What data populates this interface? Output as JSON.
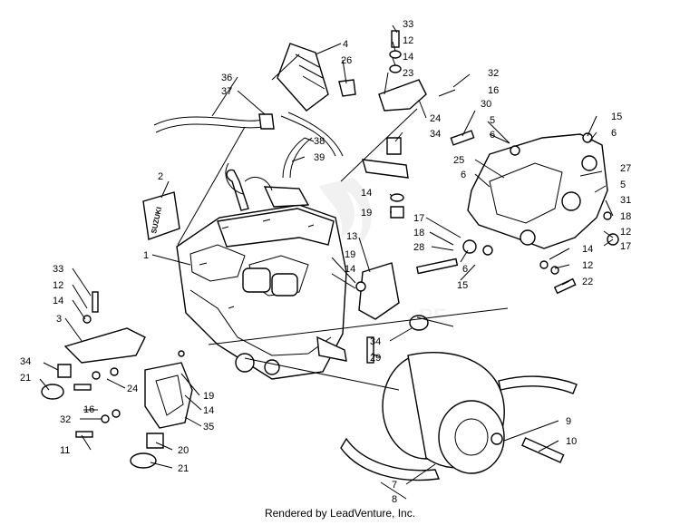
{
  "footer": "Rendered by LeadVenture, Inc.",
  "decal_text": "SUZUKI",
  "callouts": [
    {
      "id": "c33a",
      "label": "33"
    },
    {
      "id": "c12a",
      "label": "12"
    },
    {
      "id": "c14a",
      "label": "14"
    },
    {
      "id": "c23",
      "label": "23"
    },
    {
      "id": "c32a",
      "label": "32"
    },
    {
      "id": "c16a",
      "label": "16"
    },
    {
      "id": "c24a",
      "label": "24"
    },
    {
      "id": "c34a",
      "label": "34"
    },
    {
      "id": "c14b",
      "label": "14"
    },
    {
      "id": "c19a",
      "label": "19"
    },
    {
      "id": "c4",
      "label": "4"
    },
    {
      "id": "c26",
      "label": "26"
    },
    {
      "id": "c36",
      "label": "36"
    },
    {
      "id": "c37",
      "label": "37"
    },
    {
      "id": "c38",
      "label": "38"
    },
    {
      "id": "c39",
      "label": "39"
    },
    {
      "id": "c2",
      "label": "2"
    },
    {
      "id": "c1",
      "label": "1"
    },
    {
      "id": "c30",
      "label": "30"
    },
    {
      "id": "c5a",
      "label": "5"
    },
    {
      "id": "c6a",
      "label": "6"
    },
    {
      "id": "c25",
      "label": "25"
    },
    {
      "id": "c6b",
      "label": "6"
    },
    {
      "id": "c15a",
      "label": "15"
    },
    {
      "id": "c6c",
      "label": "6"
    },
    {
      "id": "c27",
      "label": "27"
    },
    {
      "id": "c5b",
      "label": "5"
    },
    {
      "id": "c31",
      "label": "31"
    },
    {
      "id": "c18a",
      "label": "18"
    },
    {
      "id": "c12b",
      "label": "12"
    },
    {
      "id": "c17a",
      "label": "17"
    },
    {
      "id": "c17b",
      "label": "17"
    },
    {
      "id": "c18b",
      "label": "18"
    },
    {
      "id": "c28",
      "label": "28"
    },
    {
      "id": "c14c",
      "label": "14"
    },
    {
      "id": "c12c",
      "label": "12"
    },
    {
      "id": "c22",
      "label": "22"
    },
    {
      "id": "c6d",
      "label": "6"
    },
    {
      "id": "c15b",
      "label": "15"
    },
    {
      "id": "c13",
      "label": "13"
    },
    {
      "id": "c19b",
      "label": "19"
    },
    {
      "id": "c14d",
      "label": "14"
    },
    {
      "id": "c33b",
      "label": "33"
    },
    {
      "id": "c12d",
      "label": "12"
    },
    {
      "id": "c14e",
      "label": "14"
    },
    {
      "id": "c3",
      "label": "3"
    },
    {
      "id": "c34b",
      "label": "34"
    },
    {
      "id": "c21a",
      "label": "21"
    },
    {
      "id": "c34c",
      "label": "34"
    },
    {
      "id": "c29",
      "label": "29"
    },
    {
      "id": "c24b",
      "label": "24"
    },
    {
      "id": "c16b",
      "label": "16"
    },
    {
      "id": "c32b",
      "label": "32"
    },
    {
      "id": "c19c",
      "label": "19"
    },
    {
      "id": "c14f",
      "label": "14"
    },
    {
      "id": "c35",
      "label": "35"
    },
    {
      "id": "c11",
      "label": "11"
    },
    {
      "id": "c20",
      "label": "20"
    },
    {
      "id": "c21b",
      "label": "21"
    },
    {
      "id": "c9",
      "label": "9"
    },
    {
      "id": "c10",
      "label": "10"
    },
    {
      "id": "c7",
      "label": "7"
    },
    {
      "id": "c8",
      "label": "8"
    }
  ]
}
